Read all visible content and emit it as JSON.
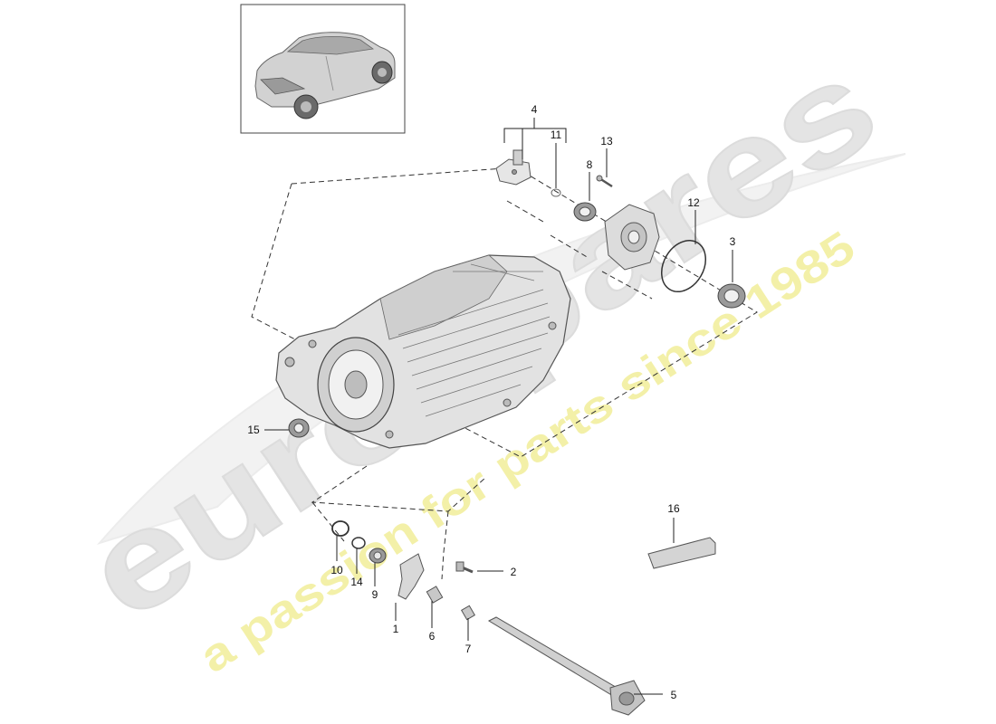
{
  "diagram": {
    "watermark": {
      "brand": "eurospares",
      "tagline": "a passion for parts since 1985",
      "brand_color": "#e4e4e4",
      "tagline_color": "#f3f0a8"
    },
    "thumbnail": {
      "icon": "car-suv-icon"
    },
    "callouts": [
      {
        "id": "c1",
        "label": "1"
      },
      {
        "id": "c2",
        "label": "2"
      },
      {
        "id": "c3",
        "label": "3"
      },
      {
        "id": "c4",
        "label": "4"
      },
      {
        "id": "c5",
        "label": "5"
      },
      {
        "id": "c6",
        "label": "6"
      },
      {
        "id": "c7",
        "label": "7"
      },
      {
        "id": "c8",
        "label": "8"
      },
      {
        "id": "c9",
        "label": "9"
      },
      {
        "id": "c10",
        "label": "10"
      },
      {
        "id": "c11",
        "label": "11"
      },
      {
        "id": "c12",
        "label": "12"
      },
      {
        "id": "c13",
        "label": "13"
      },
      {
        "id": "c14",
        "label": "14"
      },
      {
        "id": "c15",
        "label": "15"
      },
      {
        "id": "c16",
        "label": "16"
      }
    ],
    "colors": {
      "line": "#222222",
      "part_fill": "#e6e6e6",
      "part_stroke": "#555555"
    }
  }
}
